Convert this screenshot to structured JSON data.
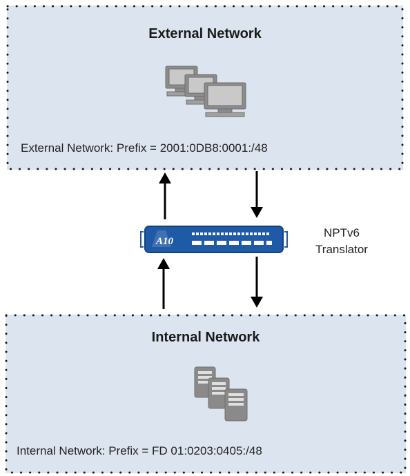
{
  "external": {
    "title": "External Network",
    "prefix_text": "External Network: Prefix = 2001:0DB8:0001:/48",
    "icon": "computers-icon"
  },
  "internal": {
    "title": "Internal Network",
    "prefix_text": "Internal Network: Prefix = FD 01:0203:0405:/48",
    "icon": "servers-icon"
  },
  "translator": {
    "label_line1": "NPTv6",
    "label_line2": "Translator",
    "device_brand": "A10",
    "icon": "router-icon"
  },
  "colors": {
    "zone_fill": "#dce5ef",
    "border_dots": "#1a1a1a",
    "device_blue": "#1f5aa6",
    "icon_gray": "#8a8a8a"
  }
}
